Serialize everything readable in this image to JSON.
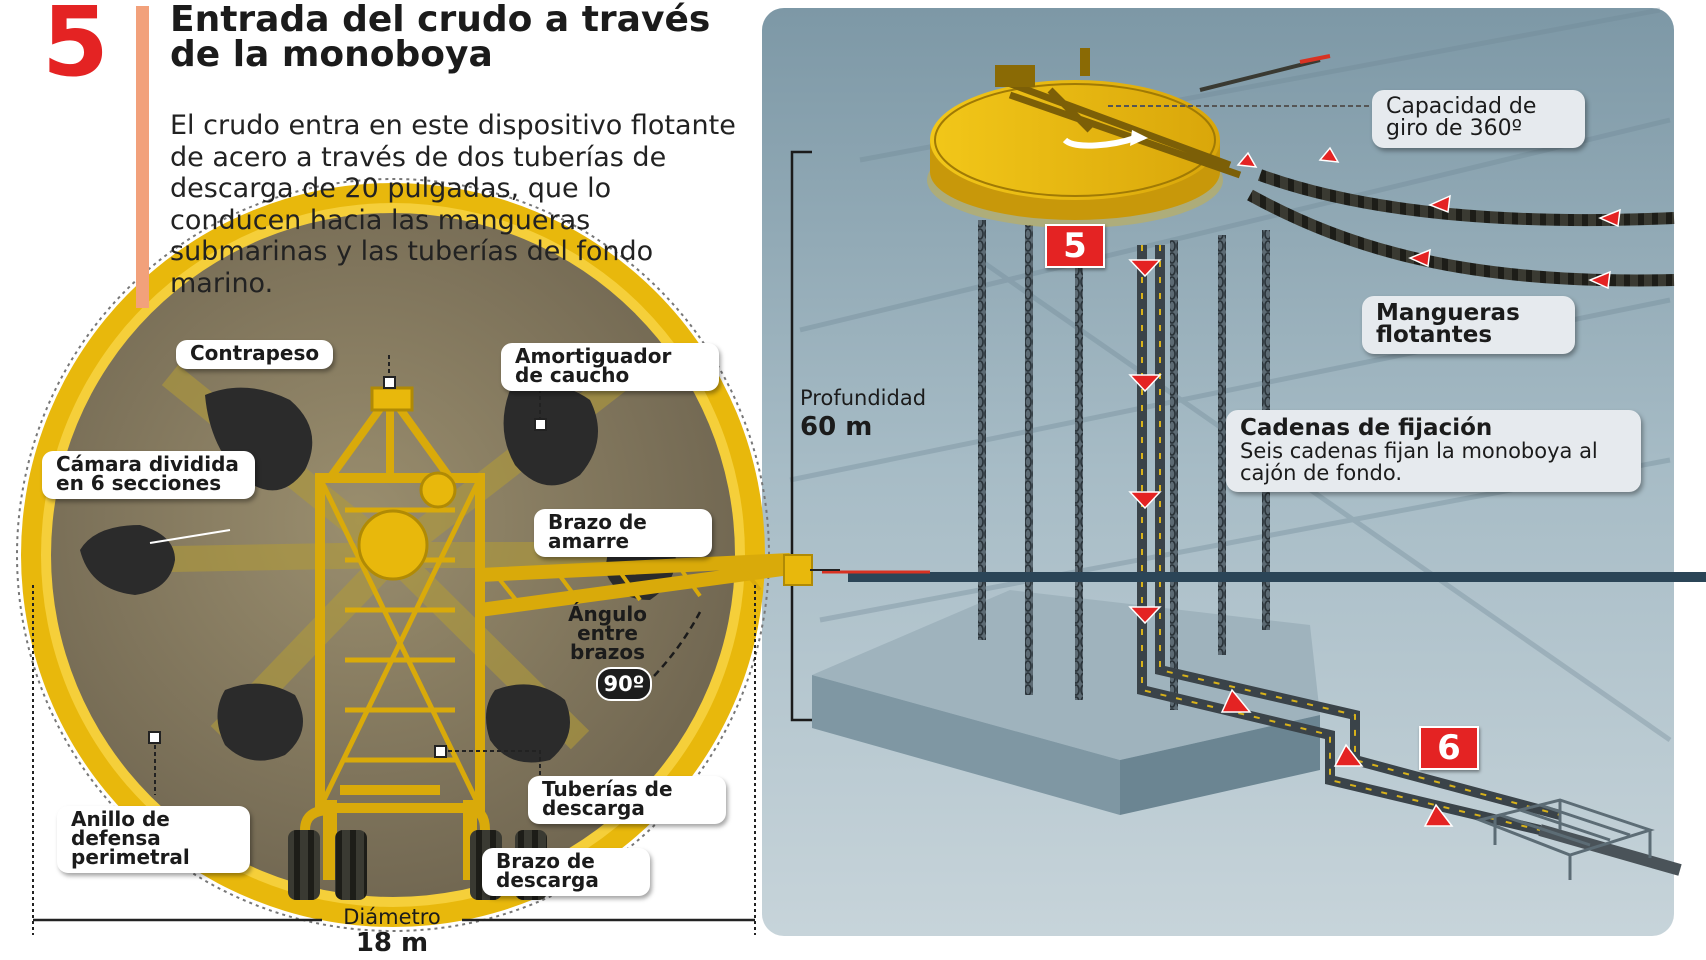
{
  "header": {
    "step_number": "5",
    "title": "Entrada del crudo a través de la monoboya",
    "description": "El crudo entra en este dispositivo flotante de acero a través de dos tuberías de descarga de 20 pulgadas, que lo conducen hacia las mangueras submarinas y las tuberías del fondo marino."
  },
  "plan_view": {
    "labels": {
      "contrapeso": "Contrapeso",
      "amortiguador": "Amortiguador de caucho",
      "camara": "Cámara dividida en 6 secciones",
      "brazo_amarre": "Brazo de amarre",
      "angulo": "Ángulo entre brazos",
      "angulo_value": "90º",
      "anillo": "Anillo de defensa perimetral",
      "tuberias": "Tuberías de descarga",
      "brazo_descarga": "Brazo de descarga",
      "diametro_label": "Diámetro",
      "diametro_value": "18 m"
    }
  },
  "scene_3d": {
    "labels": {
      "capacidad": "Capacidad de giro de 360º",
      "mangueras": "Mangueras flotantes",
      "profundidad_label": "Profundidad",
      "profundidad_value": "60 m",
      "cadenas_title": "Cadenas de fijación",
      "cadenas_text": "Seis cadenas fijan la monoboya al cajón de fondo.",
      "badge_5": "5",
      "badge_6": "6"
    }
  },
  "colors": {
    "accent_red": "#e42323",
    "buoy_yellow": "#e8b80c",
    "water": "#93acb8",
    "rule": "#f2a17b"
  }
}
